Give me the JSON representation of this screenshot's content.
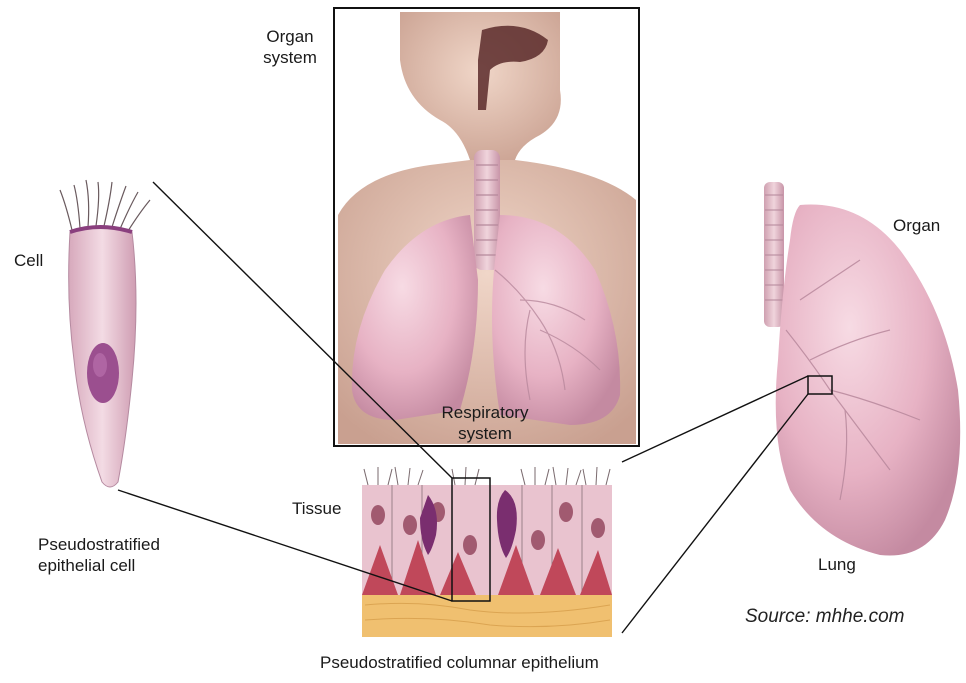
{
  "labels": {
    "organ_system": "Organ\nsystem",
    "cell": "Cell",
    "organ": "Organ",
    "respiratory_system": "Respiratory\nsystem",
    "tissue": "Tissue",
    "cell_name": "Pseudostratified\nepithelial cell",
    "lung": "Lung",
    "source": "Source: mhhe.com",
    "tissue_name": "Pseudostratified columnar epithelium"
  },
  "colors": {
    "skin": "#e6c4b3",
    "lung": "#e8b6c6",
    "lung_shadow": "#c98fa6",
    "cell_body": "#e9c6d2",
    "nucleus": "#9b4f8f",
    "tissue_red": "#c0485a",
    "basement": "#f0c070",
    "outline": "#111111"
  }
}
